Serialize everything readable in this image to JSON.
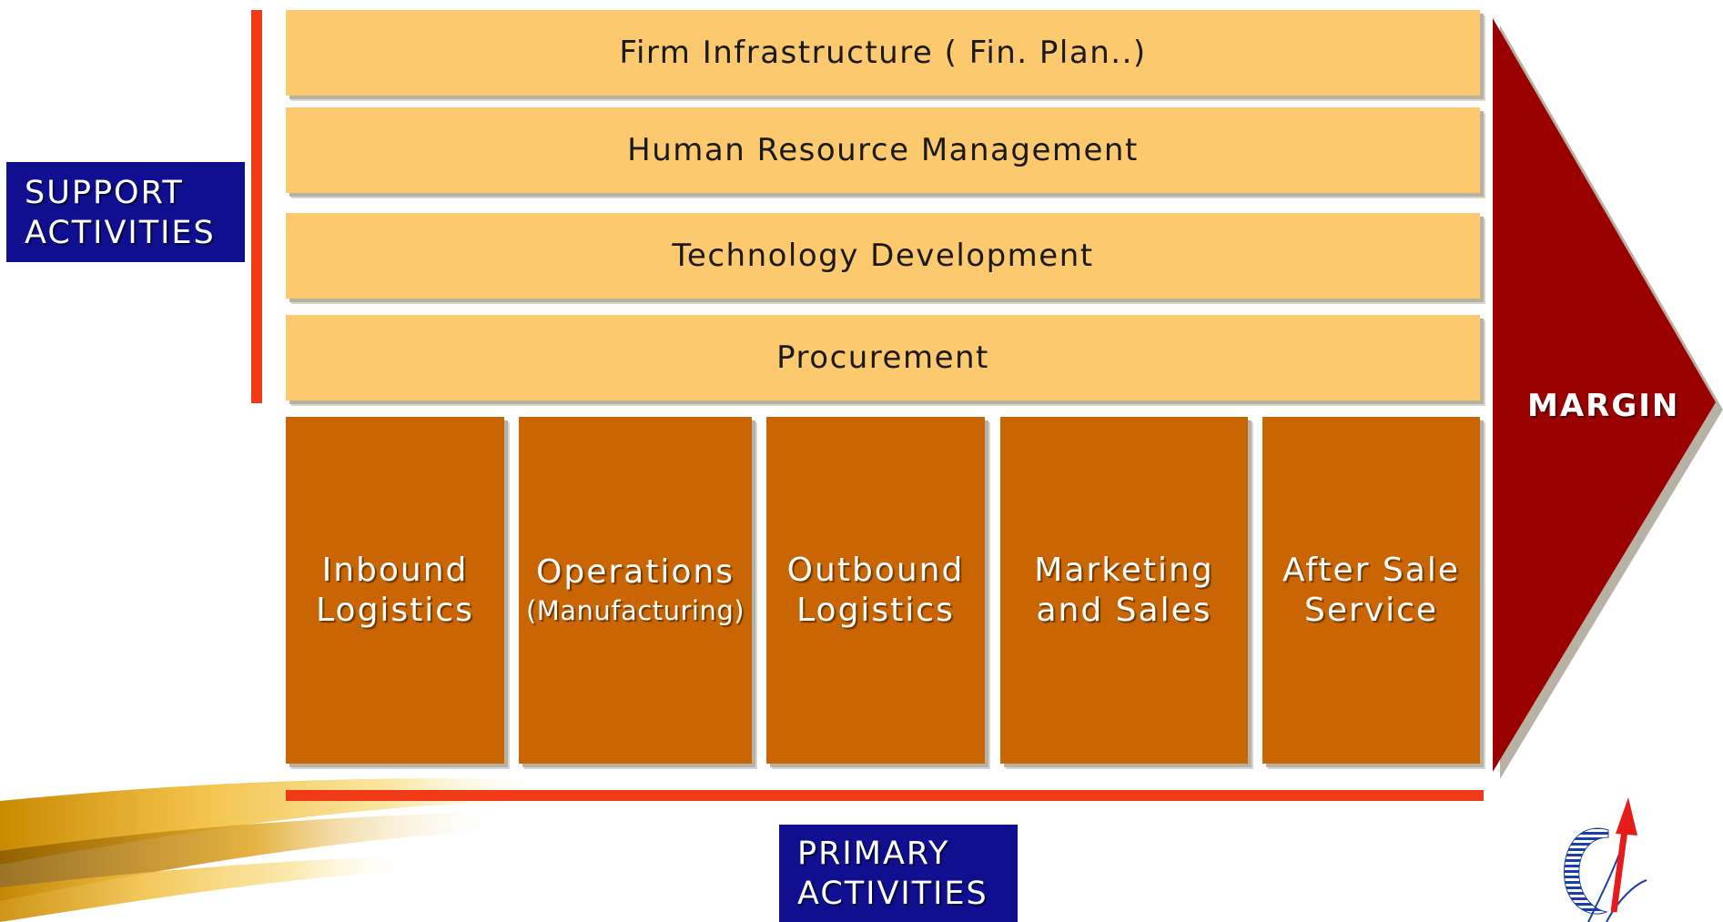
{
  "support_label": {
    "line1": "SUPPORT",
    "line2": "ACTIVITIES"
  },
  "primary_label": {
    "line1": "PRIMARY",
    "line2": "ACTIVITIES"
  },
  "support_activities": [
    "Firm Infrastructure ( Fin. Plan..)",
    "Human Resource Management",
    "Technology Development",
    "Procurement"
  ],
  "primary_activities": [
    {
      "line1": "Inbound",
      "line2": "Logistics"
    },
    {
      "line1": "Operations",
      "sub": "(Manufacturing)"
    },
    {
      "line1": "Outbound",
      "line2": "Logistics"
    },
    {
      "line1": "Marketing",
      "line2": "and Sales"
    },
    {
      "line1": "After Sale",
      "line2": "Service"
    }
  ],
  "margin_label": "MARGIN",
  "colors": {
    "support_bar": "#fdc96e",
    "primary_box": "#c96502",
    "margin_arrow": "#9b0000",
    "label_box": "#0f0f8f",
    "accent_line": "#f03a17"
  }
}
